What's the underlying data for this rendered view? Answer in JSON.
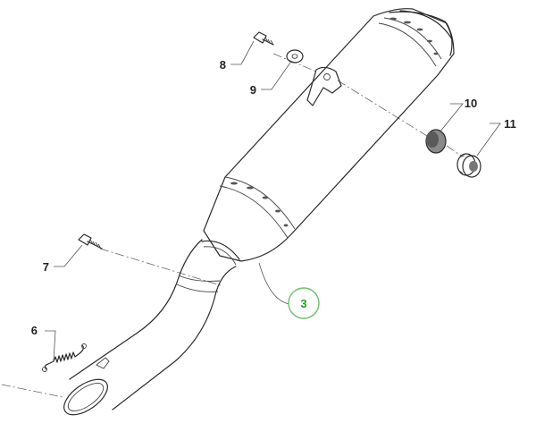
{
  "callouts": {
    "c3": "3",
    "c6": "6",
    "c7": "7",
    "c8": "8",
    "c9": "9",
    "c10": "10",
    "c11": "11"
  },
  "colors": {
    "line": "#2a2a2a",
    "highlight": "#1fa31f",
    "background": "#ffffff"
  }
}
